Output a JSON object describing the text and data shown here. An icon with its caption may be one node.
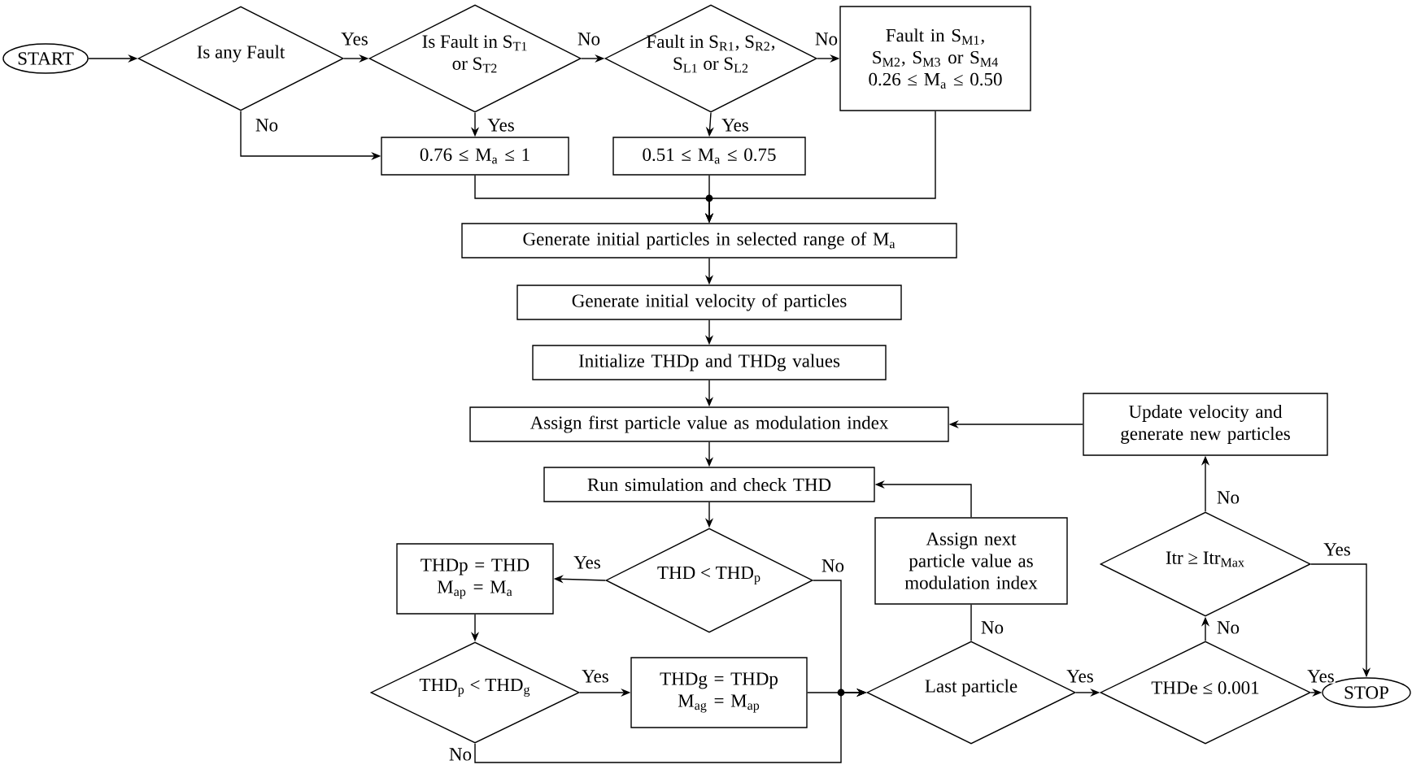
{
  "diagram": {
    "nodes": [
      {
        "text": [
          "START"
        ]
      },
      {
        "text": [
          "Is any Fault"
        ]
      },
      {
        "text": [
          "Is Fault in S$_{T1}$ or S$_{T2}$"
        ]
      },
      {
        "text": [
          "Fault in S$_{R1}$, S$_{R2}$, S$_{L1}$ or S$_{L2}$"
        ]
      },
      {
        "text": [
          "Fault in S$_{M1}$, S$_{M2}$, S$_{M3}$ or S$_{M4}$",
          "0.26 ≤ M$_{a}$ ≤ 0.50"
        ]
      },
      {
        "text": [
          "0.76 ≤ M$_{a}$ ≤ 1"
        ]
      },
      {
        "text": [
          "0.51 ≤ M$_{a}$ ≤ 0.75"
        ]
      },
      {
        "text": [
          "Generate initial particles in selected range of M$_{a}$"
        ]
      },
      {
        "text": [
          "Generate initial velocity of particles"
        ]
      },
      {
        "text": [
          "Initialize THDp and THDg values"
        ]
      },
      {
        "text": [
          "Assign first particle value as modulation index"
        ]
      },
      {
        "text": [
          "Update velocity and generate new particles"
        ]
      },
      {
        "text": [
          "Run simulation and check THD"
        ]
      },
      {
        "text": [
          "THD < THD$_{p}$"
        ]
      },
      {
        "text": [
          "THDp = THD",
          "M$_{ap}$ = M$_{a}$"
        ]
      },
      {
        "text": [
          "THD$_{p}$ < THD$_{g}$"
        ]
      },
      {
        "text": [
          "THDg = THDp",
          "M$_{ag}$ = M$_{ap}$"
        ]
      },
      {
        "text": [
          "Assign next particle value as modulation index"
        ]
      },
      {
        "text": [
          "Last particle"
        ]
      },
      {
        "text": [
          "THDe ≤ 0.001"
        ]
      },
      {
        "text": [
          "Itr ≥ Itr$_{Max}$"
        ]
      },
      {
        "text": [
          "STOP"
        ]
      }
    ],
    "edges": [
      {
        "from": 0,
        "to": 1,
        "arrow": "to"
      },
      {
        "from": 1,
        "to": 2,
        "arrow": "to",
        "label": "Yes"
      },
      {
        "from": 2,
        "to": 3,
        "arrow": "to",
        "label": "No"
      },
      {
        "from": 3,
        "to": 4,
        "arrow": "to",
        "label": "No"
      },
      {
        "from": 2,
        "to": 5,
        "arrow": "to",
        "label": "Yes"
      },
      {
        "from": 1,
        "to": 5,
        "arrow": "to",
        "label": "No"
      },
      {
        "from": 3,
        "to": 6,
        "arrow": "to",
        "label": "Yes"
      },
      {
        "from": 5,
        "to": 7,
        "arrow": "to"
      },
      {
        "from": 6,
        "to": 7,
        "arrow": "to"
      },
      {
        "from": 4,
        "to": 7,
        "arrow": "to"
      },
      {
        "from": 7,
        "to": 8,
        "arrow": "to"
      },
      {
        "from": 8,
        "to": 9,
        "arrow": "to"
      },
      {
        "from": 9,
        "to": 10,
        "arrow": "to"
      },
      {
        "from": 10,
        "to": 12,
        "arrow": "to"
      },
      {
        "from": 12,
        "to": 13,
        "arrow": "to"
      },
      {
        "from": 13,
        "to": 14,
        "arrow": "to",
        "label": "Yes"
      },
      {
        "from": 14,
        "to": 15,
        "arrow": "to"
      },
      {
        "from": 15,
        "to": 16,
        "arrow": "to",
        "label": "Yes"
      },
      {
        "from": 13,
        "to": 18,
        "arrow": "to",
        "label": "No"
      },
      {
        "from": 16,
        "to": 18,
        "arrow": "to"
      },
      {
        "from": 15,
        "to": 18,
        "arrow": "to",
        "label": "No"
      },
      {
        "from": 18,
        "to": 17,
        "arrow": "none",
        "label": "No"
      },
      {
        "from": 17,
        "to": 12,
        "arrow": "to"
      },
      {
        "from": 18,
        "to": 19,
        "arrow": "to",
        "label": "Yes"
      },
      {
        "from": 19,
        "to": 21,
        "arrow": "to",
        "label": "Yes"
      },
      {
        "from": 19,
        "to": 20,
        "arrow": "to",
        "label": "No"
      },
      {
        "from": 20,
        "to": 11,
        "arrow": "to",
        "label": "No"
      },
      {
        "from": 11,
        "to": 10,
        "arrow": "to"
      },
      {
        "from": 20,
        "to": 21,
        "arrow": "to",
        "label": "Yes"
      }
    ]
  }
}
